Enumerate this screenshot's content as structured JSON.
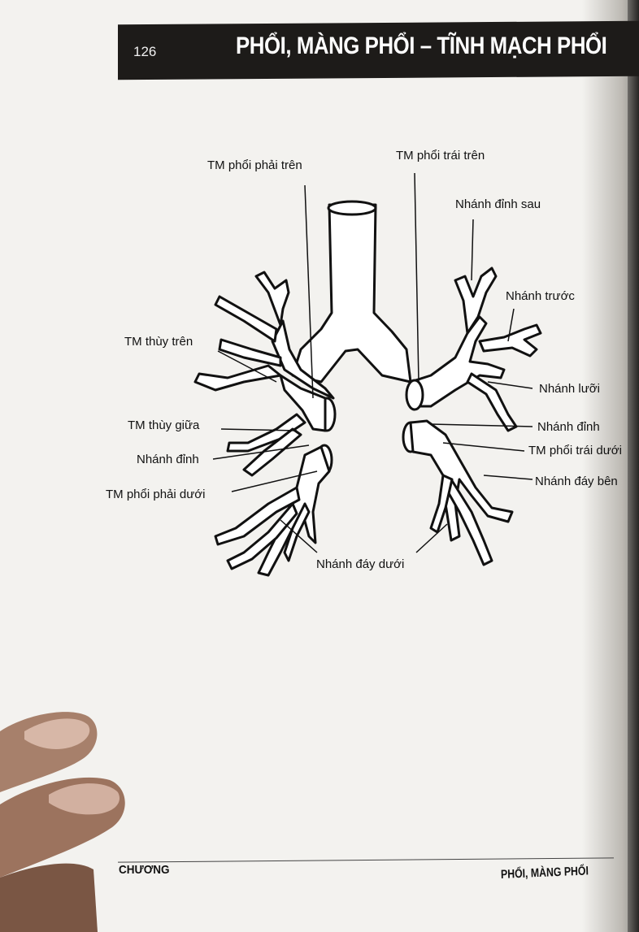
{
  "header": {
    "page_number": "126",
    "title": "PHỔI, MÀNG PHỔI – TĨNH MẠCH PHỔI"
  },
  "figure": {
    "labels": {
      "right_superior": "TM phổi phải trên",
      "left_superior": "TM phổi trái trên",
      "apical_posterior": "Nhánh đỉnh sau",
      "anterior": "Nhánh trước",
      "upper_lobe": "TM thùy trên",
      "lingular": "Nhánh lưỡi",
      "middle_lobe": "TM thùy giữa",
      "apical_left": "Nhánh đỉnh",
      "apical_right": "Nhánh đỉnh",
      "left_inferior": "TM phổi trái dưới",
      "right_inferior": "TM phổi phải dưới",
      "lateral_basal": "Nhánh đáy bên",
      "inferior_basal": "Nhánh đáy dưới"
    }
  },
  "footer": {
    "left": "CHƯƠNG",
    "right": "PHỔI, MÀNG PHỔI"
  },
  "colors": {
    "header_bg": "#1d1b19",
    "page_bg": "#f3f2ef",
    "ink": "#111111"
  }
}
